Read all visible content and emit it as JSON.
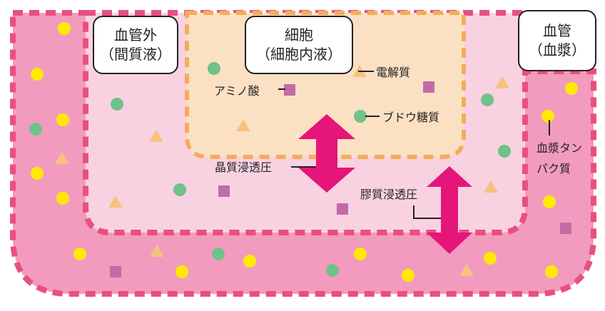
{
  "colors": {
    "vessel_fill": "#F29BBE",
    "vessel_border": "#E8507E",
    "interstitial_fill": "#F9D2E2",
    "cell_fill": "#FCE0C4",
    "cell_border": "#F5AC5A",
    "arrow": "#E6157A",
    "particle_yellow": "#FFEA00",
    "particle_green": "#6FC28A",
    "particle_purple": "#C16BA8",
    "particle_triangle": "#F6C27E"
  },
  "boxes": {
    "interstitial": {
      "line1": "血管外",
      "line2": "（間質液）"
    },
    "cell": {
      "line1": "細胞",
      "line2": "（細胞内液）"
    },
    "vessel": {
      "line1": "血管",
      "line2": "（血漿）"
    }
  },
  "labels": {
    "amino_acid": "アミノ酸",
    "electrolyte": "電解質",
    "glucose": "ブドウ糖質",
    "crystalloid_pressure": "晶質浸透圧",
    "colloid_pressure": "膠質浸透圧",
    "plasma_protein_line1": "血漿タン",
    "plasma_protein_line2": "パク質"
  }
}
